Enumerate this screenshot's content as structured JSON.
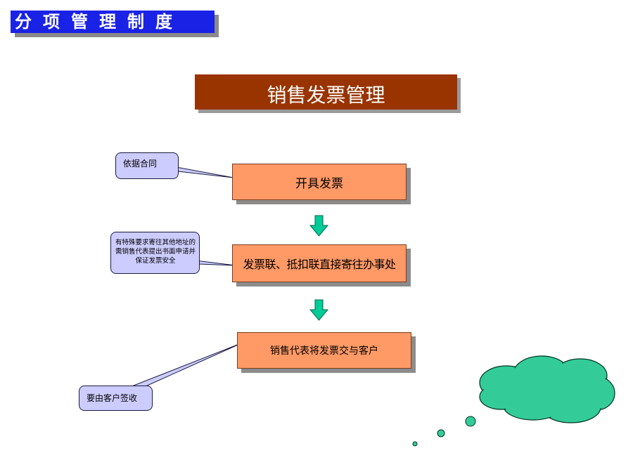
{
  "header": {
    "title": "分项管理制度"
  },
  "main": {
    "title": "销售发票管理"
  },
  "steps": [
    {
      "label": "开具发票"
    },
    {
      "label": "发票联、抵扣联直接寄往办事处"
    },
    {
      "label": "销售代表将发票交与客户"
    }
  ],
  "callouts": [
    {
      "text": "依据合同"
    },
    {
      "text": "有特殊要求寄往其他地址的需销售代表提出书面申请并保证发票安全"
    },
    {
      "text": "要由客户签收"
    }
  ],
  "colors": {
    "header_bg": "#1a22e6",
    "title_bg": "#993300",
    "step_fill": "#ff9966",
    "callout_fill": "#ccccff",
    "arrow_fill": "#00cc99",
    "cloud_fill": "#33cc99"
  }
}
